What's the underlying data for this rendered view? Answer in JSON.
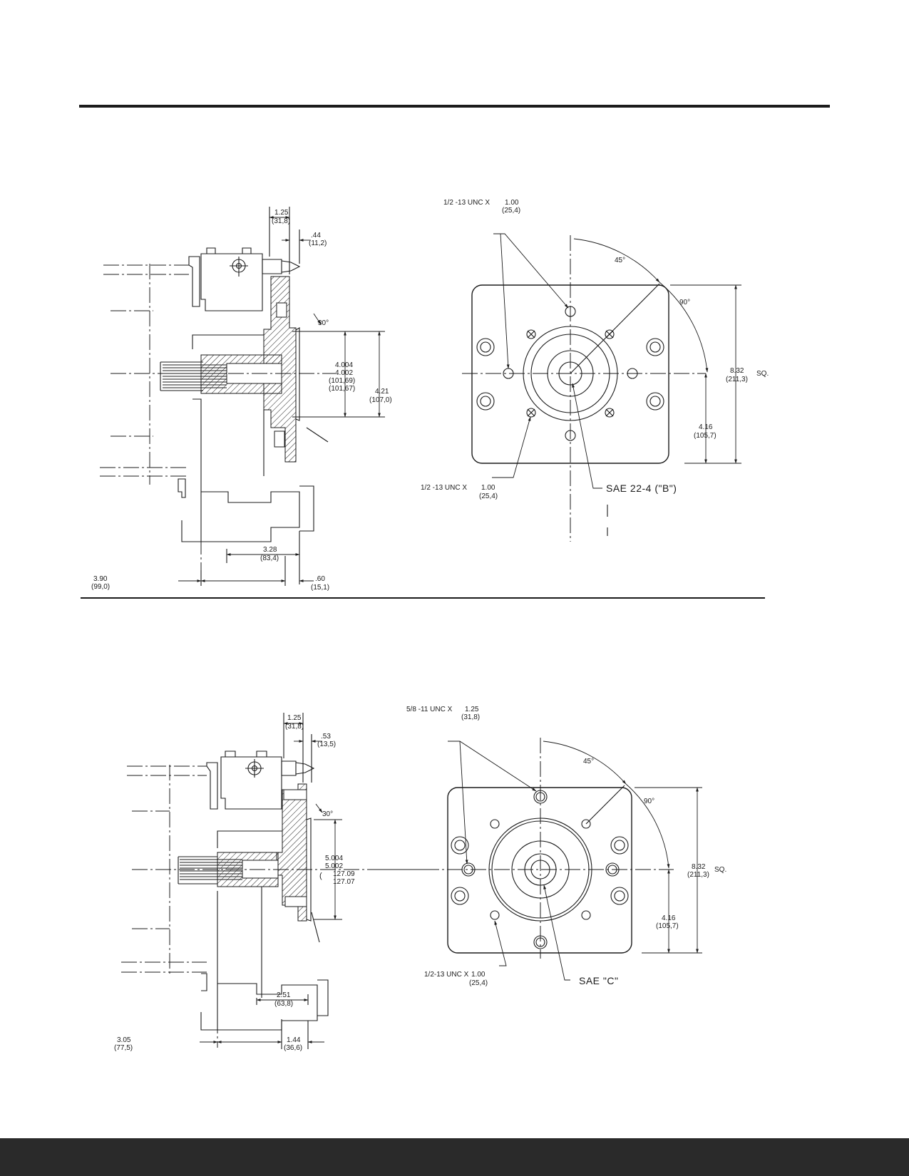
{
  "colors": {
    "ink": "#1b1b1b",
    "footer": "#2a2a2a",
    "paper": "#ffffff"
  },
  "drawing_a": {
    "side": {
      "d_top": "1.25",
      "d_top_mm": "(31,8)",
      "d_flange": ".44",
      "d_flange_mm": "(11,2)",
      "angle": "30°",
      "pilot_a": "4.004",
      "pilot_b": "4.002",
      "pilot_a_mm": "(101,69)",
      "pilot_b_mm": "(101,67)",
      "pilot_h": "4.21",
      "pilot_h_mm": "(107,0)",
      "d_mid": "3.28",
      "d_mid_mm": "(83,4)",
      "d_total": "3.90",
      "d_total_mm": "(99,0)",
      "d_bot": ".60",
      "d_bot_mm": "(15,1)"
    },
    "front": {
      "callout_top": "1/2 -13  UNC  X",
      "callout_top_len": "1.00",
      "callout_top_mm": "(25,4)",
      "angle45": "45°",
      "angle90": "90°",
      "sq": "8.32",
      "sq_mm": "(211,3)",
      "sq_tag": "SQ.",
      "half": "4.16",
      "half_mm": "(105,7)",
      "callout_bot": "1/2 -13  UNC  X",
      "callout_bot_len": "1.00",
      "callout_bot_mm": "(25,4)",
      "sae": "SAE  22-4  (\"B\")"
    }
  },
  "drawing_b": {
    "side": {
      "d_top": "1.25",
      "d_top_mm": "(31,8)",
      "d_flange": ".53",
      "d_flange_mm": "(13,5)",
      "angle": "30°",
      "pilot_a": "5.004",
      "pilot_b": "5.002",
      "pilot_a_mm": "127.09",
      "pilot_b_mm": "127.07",
      "d_mid": "2.51",
      "d_mid_mm": "(63,8)",
      "d_total": "3.05",
      "d_total_mm": "(77,5)",
      "d_bot": "1.44",
      "d_bot_mm": "(36,6)"
    },
    "front": {
      "callout_top": "5/8 -11  UNC  X",
      "callout_top_len": "1.25",
      "callout_top_mm": "(31,8)",
      "angle45": "45°",
      "angle90": "90°",
      "sq": "8.32",
      "sq_mm": "(211,3)",
      "sq_tag": "SQ.",
      "half": "4.16",
      "half_mm": "(105,7)",
      "callout_bot": "1/2-13  UNC  X",
      "callout_bot_len": "1.00",
      "callout_bot_mm": "(25,4)",
      "sae": "SAE  \"C\""
    }
  }
}
